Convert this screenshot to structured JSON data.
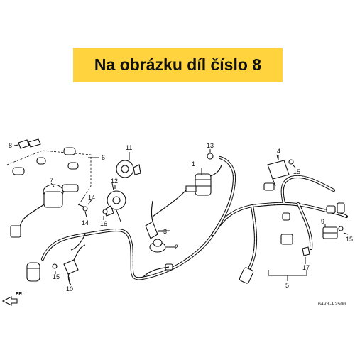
{
  "banner": {
    "text": "Na obrázku díl číslo 8",
    "background": "#ffd33d"
  },
  "diagram": {
    "code": "GAV3-F2500",
    "direction_label": "FR.",
    "callouts": [
      "1",
      "2",
      "3",
      "4",
      "5",
      "6",
      "7",
      "8",
      "9",
      "10",
      "11",
      "12",
      "13",
      "14",
      "14",
      "15",
      "15",
      "15",
      "16",
      "17"
    ]
  }
}
